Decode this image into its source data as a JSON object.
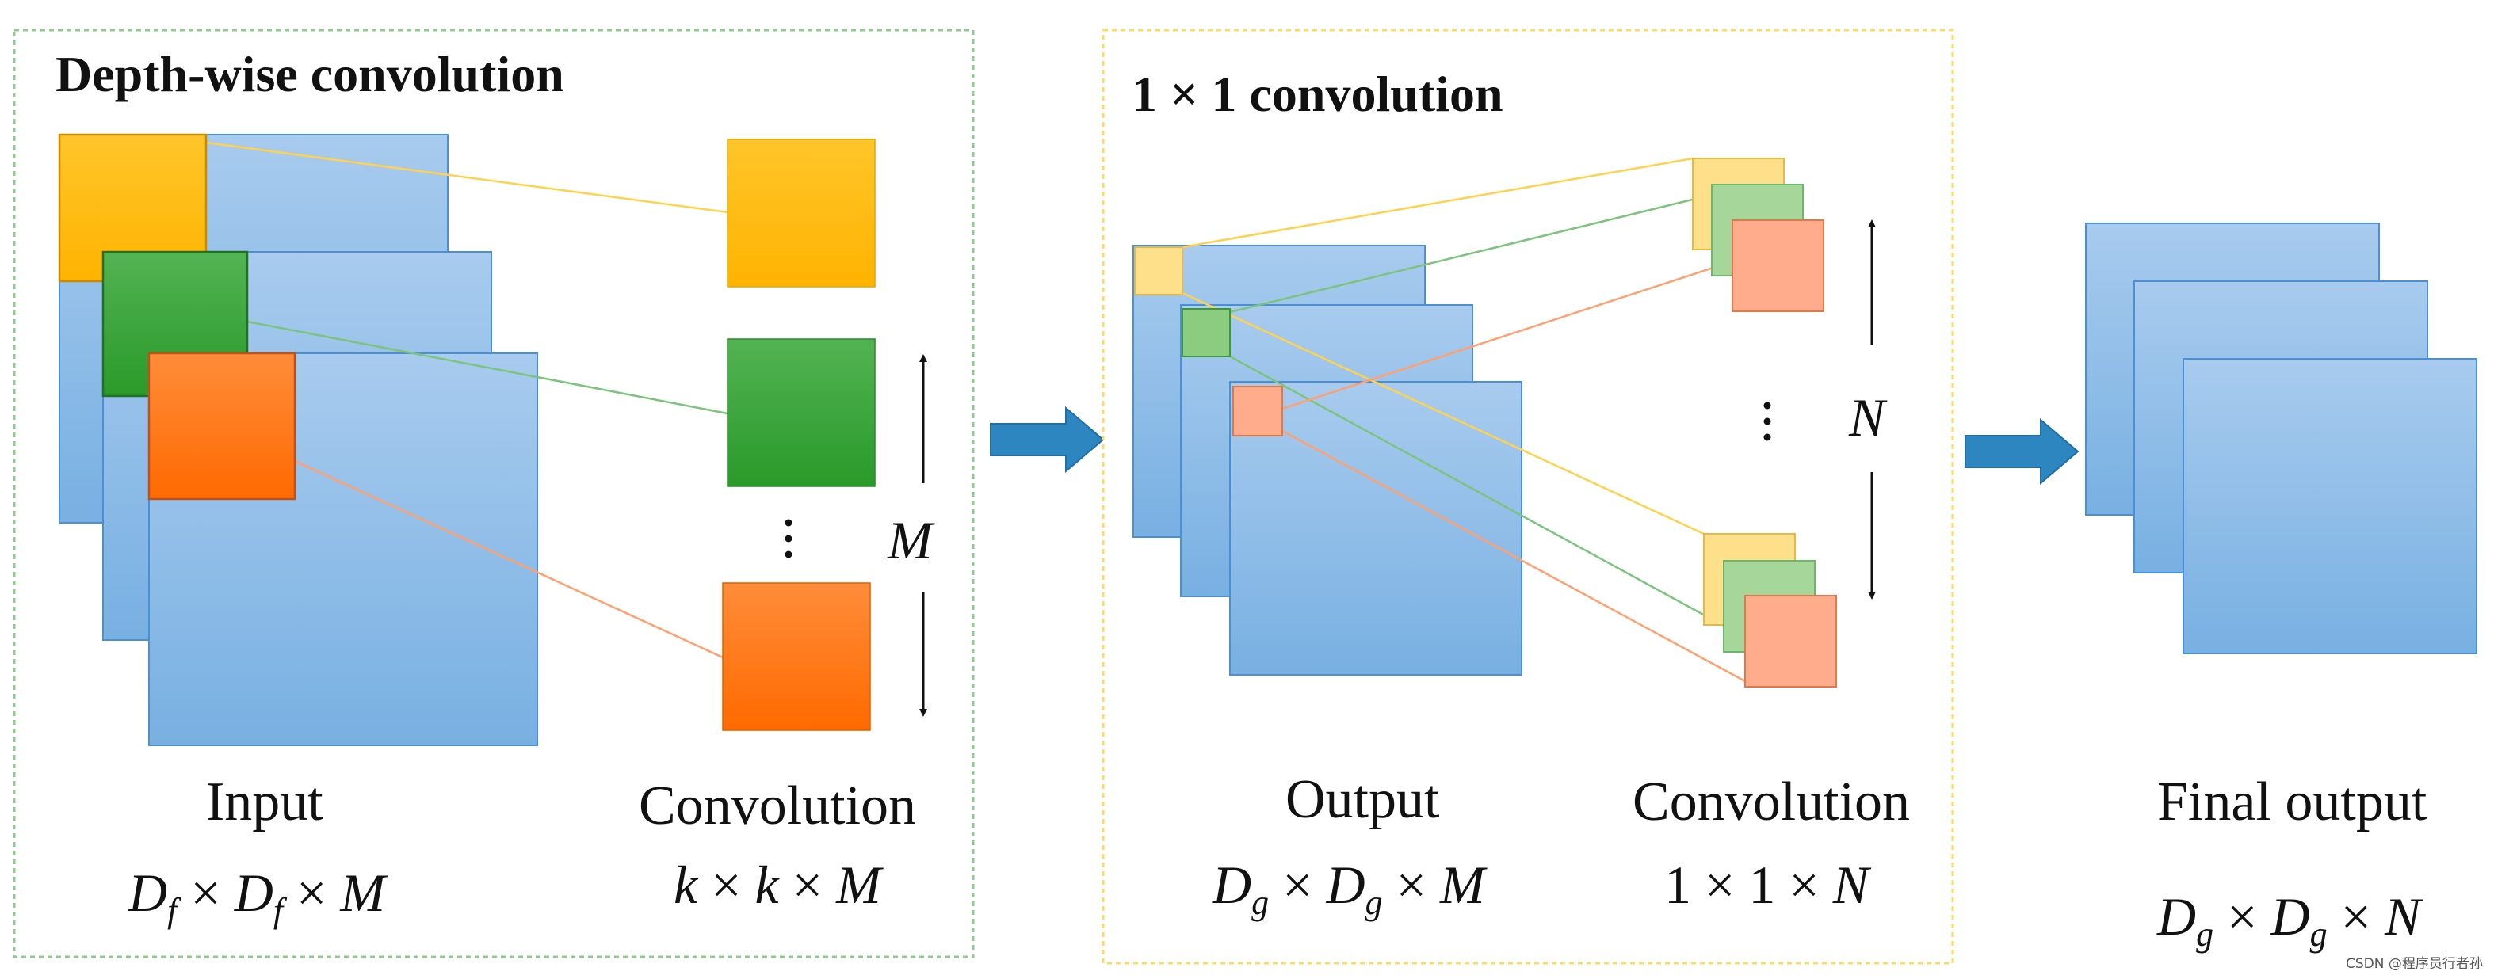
{
  "panels": {
    "depthwise": {
      "title": "Depth-wise convolution",
      "input_label": "Input",
      "input_dims": "D_f × D_f × M",
      "conv_label": "Convolution",
      "conv_dims": "k × k × M",
      "count_label": "M"
    },
    "pointwise": {
      "title": "1 × 1 convolution",
      "output_label": "Output",
      "output_dims": "D_g × D_g × M",
      "conv_label": "Convolution",
      "conv_dims": "1 × 1 × N",
      "count_label": "N"
    },
    "final": {
      "label": "Final output",
      "dims": "D_g × D_g × N"
    }
  },
  "watermark": "CSDN @程序员行者孙",
  "colors": {
    "feature_map": "#7fb3e3",
    "feature_map_border": "#4a90d9",
    "yellow": "#ffc000",
    "green": "#3aa63a",
    "orange": "#ff7a1a",
    "light_yellow": "#ffe08a",
    "light_green": "#a6d69a",
    "light_orange": "#ffac8c",
    "arrow_blue": "#2e86c1",
    "panel1_border": "#8fca8f",
    "panel2_border": "#ffd966"
  },
  "icons": [
    "arrow-right-icon",
    "arrow-up-icon",
    "arrow-down-icon",
    "vertical-ellipsis-icon"
  ]
}
